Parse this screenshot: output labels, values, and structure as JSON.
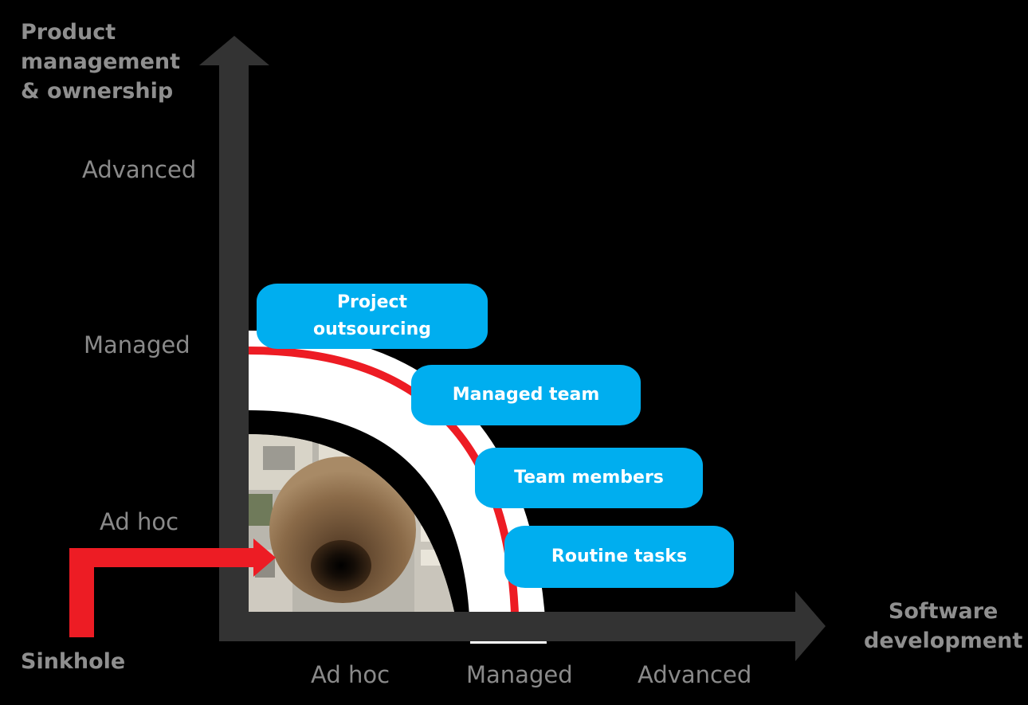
{
  "axes": {
    "y_title": "Product\nmanagement\n& ownership",
    "x_title": "Software\ndevelopment",
    "y_ticks": [
      "Advanced",
      "Managed",
      "Ad hoc"
    ],
    "x_ticks": [
      "Ad hoc",
      "Managed",
      "Advanced"
    ]
  },
  "sinkhole_label": "Sinkhole",
  "models": [
    {
      "label": "Project\noutsourcing"
    },
    {
      "label": "Managed team"
    },
    {
      "label": "Team members"
    },
    {
      "label": "Routine tasks"
    }
  ],
  "colors": {
    "background": "#000000",
    "axis": "#333333",
    "arc_red": "#ed1c24",
    "arc_white": "#ffffff",
    "pill": "#00aeef",
    "label": "#8a8a8a"
  },
  "icons": [
    "sinkhole-photo",
    "arrow-up",
    "arrow-right",
    "red-bent-arrow"
  ]
}
